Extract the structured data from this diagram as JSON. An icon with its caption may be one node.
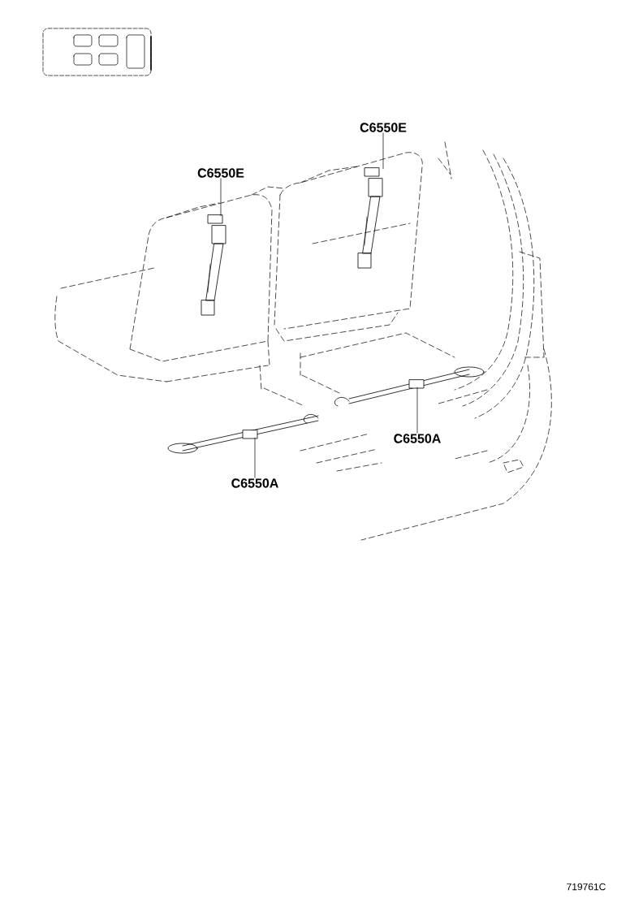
{
  "diagram": {
    "nodes": [
      {
        "text": [
          "C6550E"
        ]
      },
      {
        "text": [
          "C6550E"
        ]
      },
      {
        "text": [
          "C6550A"
        ]
      },
      {
        "text": [
          "C6550A"
        ]
      },
      {
        "text": [],
        "shape": "picture"
      },
      {
        "text": [],
        "shape": "picture"
      },
      {
        "text": [],
        "shape": "picture"
      },
      {
        "text": [],
        "shape": "picture"
      }
    ],
    "edges": [
      {
        "from": 0,
        "to": 5,
        "arrow": "none"
      },
      {
        "from": 1,
        "to": 4,
        "arrow": "none"
      },
      {
        "from": 2,
        "to": 6,
        "arrow": "none"
      },
      {
        "from": 3,
        "to": 7,
        "arrow": "none"
      }
    ],
    "labels": [
      "719761C"
    ]
  }
}
